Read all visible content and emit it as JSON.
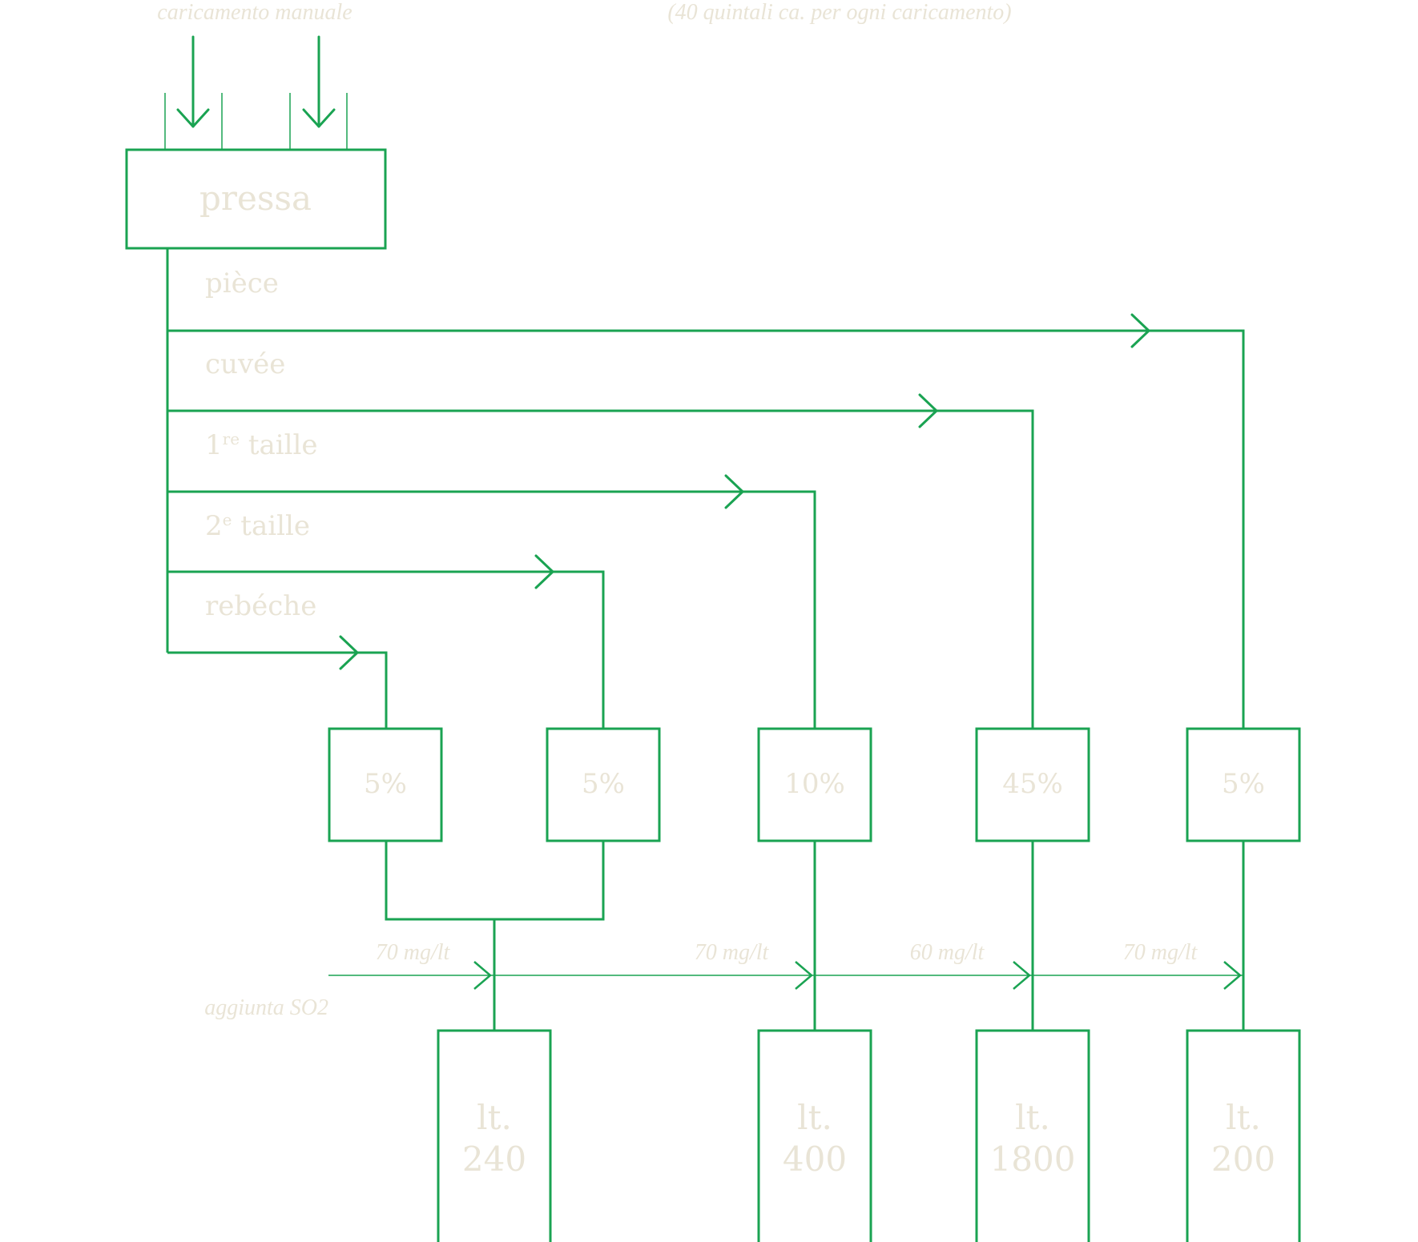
{
  "header": {
    "loading_label": "caricamento manuale",
    "loading_note": "(40 quintali ca. per ogni caricamento)"
  },
  "press": {
    "label": "pressa"
  },
  "fractions": [
    {
      "label": "pièce",
      "percent": "5%"
    },
    {
      "label": "cuvée",
      "percent": "45%"
    },
    {
      "label_main": "1",
      "label_sup": "re",
      "label_rest": " taille",
      "percent": "10%"
    },
    {
      "label_main": "2",
      "label_sup": "e",
      "label_rest": " taille",
      "percent": "5%"
    },
    {
      "label": "rebéche",
      "percent": "5%"
    }
  ],
  "so2": {
    "label": "aggiunta SO2",
    "doses": [
      "70 mg/lt",
      "70 mg/lt",
      "60 mg/lt",
      "70 mg/lt"
    ]
  },
  "tanks": [
    {
      "line1": "lt.",
      "line2": "240"
    },
    {
      "line1": "lt.",
      "line2": "400"
    },
    {
      "line1": "lt.",
      "line2": "1800"
    },
    {
      "line1": "lt.",
      "line2": "200"
    }
  ],
  "colors": {
    "line": "#1aa352",
    "text": "#e9e4d6",
    "background": "#ffffff"
  }
}
